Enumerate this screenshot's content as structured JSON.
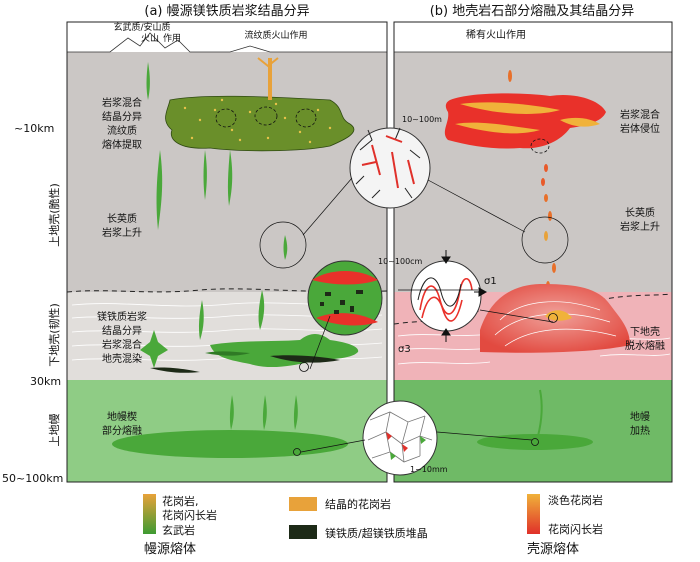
{
  "panels": {
    "a_title": "(a) 幔源镁铁质岩浆结晶分异",
    "b_title": "(b) 地壳岩石部分熔融及其结晶分异"
  },
  "depth_labels": {
    "d10": "~10km",
    "d30": "30km",
    "d50": "50~100km"
  },
  "layer_labels": {
    "upper_crust": "上地壳(脆性)",
    "lower_crust": "下地壳(韧性)",
    "upper_mantle": "上地幔"
  },
  "panel_a": {
    "volcano1": "玄武质/安山质",
    "volcano2": "火山",
    "volcano3": "作用",
    "volcano_rhyolite": "流纹质火山作用",
    "mix_lines": [
      "岩浆混合",
      "结晶分异",
      "流纹质",
      "熔体提取"
    ],
    "felsic_lines": [
      "长英质",
      "岩浆上升"
    ],
    "lower_lines": [
      "镁铁质岩浆",
      "结晶分异",
      "岩浆混合",
      "地壳混染"
    ],
    "mantle_lines": [
      "地幔楔",
      "部分熔融"
    ]
  },
  "panel_b": {
    "rare_volcano": "稀有火山作用",
    "scale1": "10~100m",
    "mix_lines": [
      "岩浆混合",
      "岩体侵位"
    ],
    "felsic_lines": [
      "长英质",
      "岩浆上升"
    ],
    "sigma1": "σ1",
    "sigma3": "σ3",
    "lower_lines": [
      "下地壳",
      "脱水熔融"
    ],
    "mantle_lines": [
      "地幔",
      "加热"
    ]
  },
  "insets": {
    "scale_mid": "10~100cm",
    "scale_bottom": "1~10mm"
  },
  "legend": {
    "granite_line1": "花岗岩,",
    "granite_line2": "花岗闪长岩",
    "basalt": "玄武岩",
    "mantle_melt": "幔源熔体",
    "crystal_granite": "结晶的花岗岩",
    "cumulate": "镁铁质/超镁铁质堆晶",
    "leuco_granite": "淡色花岗岩",
    "granodiorite": "花岗闪长岩",
    "crust_melt": "壳源熔体"
  },
  "colors": {
    "crust": "#cbc7c5",
    "lower_crust_a": "#e1dedb",
    "lower_crust_b": "#f0b3b8",
    "mantle": "#8fcc85",
    "green_melt": "#4aa83a",
    "dark_cumulate": "#1d2a17",
    "orange": "#e8a23a",
    "red": "#e03a2a"
  }
}
